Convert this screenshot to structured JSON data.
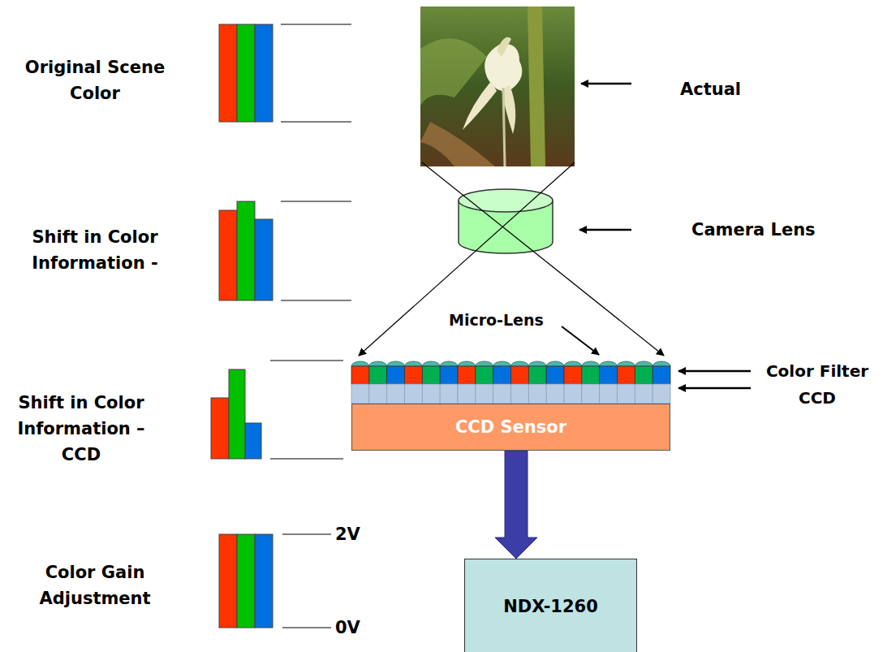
{
  "diagram": {
    "nodes": [
      {
        "text": [
          "CCD Sensor"
        ]
      },
      {
        "text": [
          "NDX-1260"
        ]
      }
    ],
    "edges": [
      {
        "from": 0,
        "to": 1,
        "arrow": "to"
      }
    ],
    "labels": [
      "Original Scene Color",
      "Shift in Color Information -",
      "Shift in Color Information – CCD",
      "Color Gain Adjustment",
      "2V",
      "0V",
      "Actual",
      "Camera Lens",
      "Micro-Lens",
      "Color Filter",
      "CCD"
    ]
  }
}
